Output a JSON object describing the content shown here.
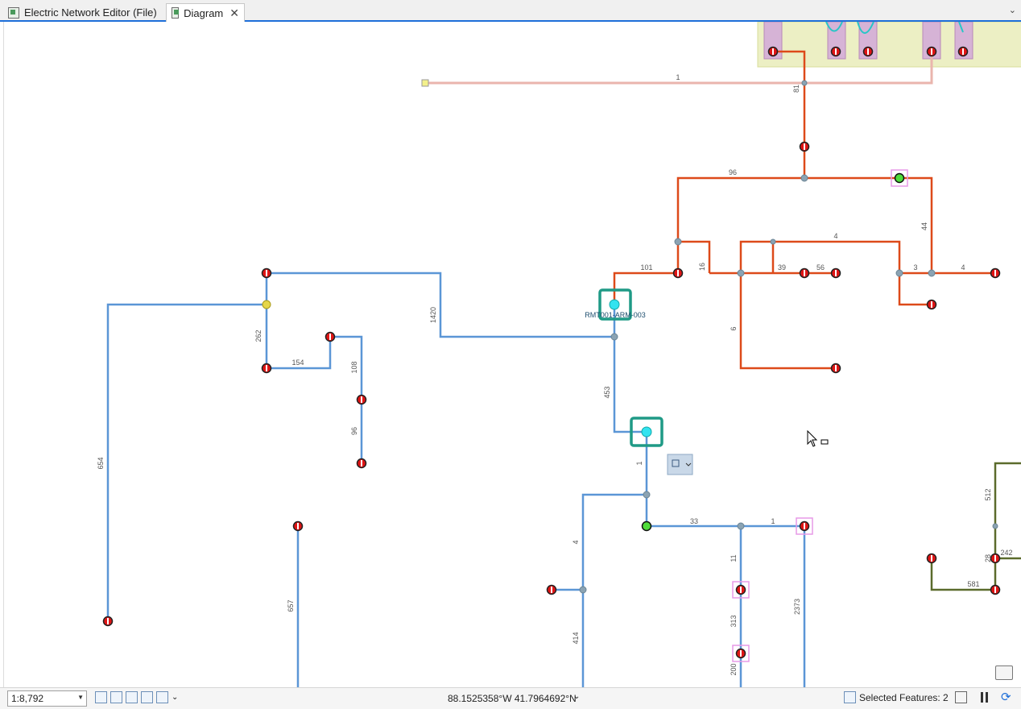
{
  "tabs": [
    {
      "label": "Electric Network Editor (File)"
    },
    {
      "label": "Diagram"
    }
  ],
  "map": {
    "selected_label": "RMT001-ARM-003",
    "edge_labels": [
      "1",
      "81",
      "96",
      "44",
      "4",
      "101",
      "16",
      "39",
      "56",
      "3",
      "4",
      "6",
      "1420",
      "262",
      "154",
      "108",
      "96",
      "453",
      "654",
      "1",
      "33",
      "1",
      "4",
      "11",
      "657",
      "313",
      "414",
      "2373",
      "200",
      "512",
      "242",
      "581",
      "28"
    ]
  },
  "status": {
    "scale": "1:8,792",
    "coordinates": "88.1525358°W 41.7964692°N",
    "selected_features": "Selected Features: 2"
  },
  "colors": {
    "orange": "#dd4a1a",
    "blue": "#5b96d6",
    "salmon": "#eab5ad",
    "olive": "#5b6b2c",
    "accent": "#1e6fd9"
  }
}
